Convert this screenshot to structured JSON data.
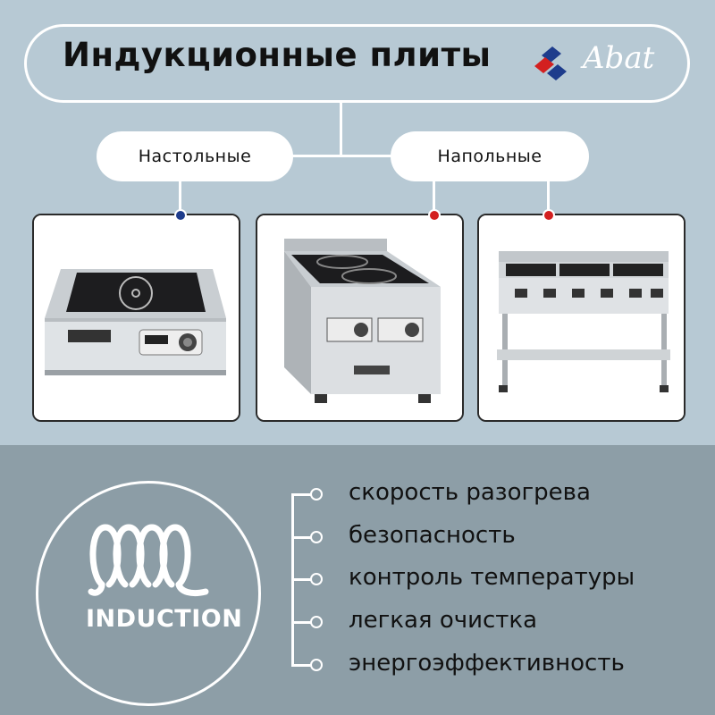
{
  "header": {
    "title": "Индукционные плиты",
    "brand": "Abat"
  },
  "categories": [
    {
      "label": "Настольные"
    },
    {
      "label": "Напольные"
    }
  ],
  "badge": {
    "label": "INDUCTION"
  },
  "features": [
    "скорость разогрева",
    "безопасность",
    "контроль температуры",
    "легкая очистка",
    "энергоэффективность"
  ],
  "colors": {
    "background": "#b7c9d4",
    "bottom_panel": "#8d9ea7",
    "dot_blue": "#1e3c8c",
    "dot_red": "#d32020"
  }
}
